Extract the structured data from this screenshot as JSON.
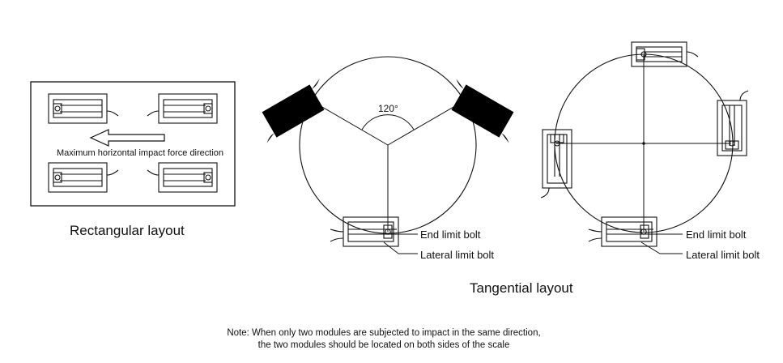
{
  "rectangular": {
    "caption": "Rectangular layout",
    "arrow_label": "Maximum horizontal impact force direction"
  },
  "circular_3": {
    "angle_label": "120°",
    "end_bolt_label": "End limit bolt",
    "lateral_bolt_label": "Lateral limit bolt"
  },
  "circular_4": {
    "end_bolt_label": "End limit bolt",
    "lateral_bolt_label": "Lateral limit bolt"
  },
  "tangential_caption": "Tangential layout",
  "note": {
    "line1": "Note: When only two modules are subjected to impact in the same direction,",
    "line2": "the two modules should be located on both sides of the scale"
  }
}
